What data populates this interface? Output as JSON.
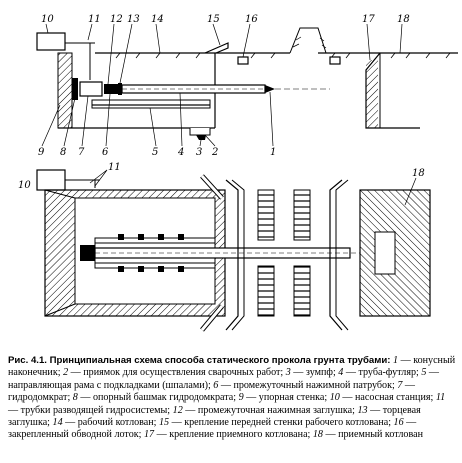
{
  "figure": {
    "caption_title": "Рис. 4.1. Принципиальная схема способа статического прокола грунта трубами:",
    "legend": [
      {
        "num": "1",
        "text": "конусный наконечник;"
      },
      {
        "num": "2",
        "text": "приямок для осуществления сварочных работ;"
      },
      {
        "num": "3",
        "text": "зумпф;"
      },
      {
        "num": "4",
        "text": "труба-футляр;"
      },
      {
        "num": "5",
        "text": "направляющая рама с подкладками (шпалами);"
      },
      {
        "num": "6",
        "text": "промежуточный нажимной патрубок;"
      },
      {
        "num": "7",
        "text": "гидродомкрат;"
      },
      {
        "num": "8",
        "text": "опорный башмак гидродомкрата;"
      },
      {
        "num": "9",
        "text": "упорная стенка;"
      },
      {
        "num": "10",
        "text": "насосная станция;"
      },
      {
        "num": "11",
        "text": "трубки разводящей гидросистемы;"
      },
      {
        "num": "12",
        "text": "промежуточная нажимная заглушка;"
      },
      {
        "num": "13",
        "text": "торцевая заглушка;"
      },
      {
        "num": "14",
        "text": "рабочий котлован;"
      },
      {
        "num": "15",
        "text": "крепление передней стенки рабочего котлована;"
      },
      {
        "num": "16",
        "text": "закрепленный обводной лоток;"
      },
      {
        "num": "17",
        "text": "крепление приемного котлована;"
      },
      {
        "num": "18",
        "text": "приемный котлован"
      }
    ],
    "section_labels": {
      "n10": "10",
      "n11": "11",
      "n12": "12",
      "n13": "13",
      "n14": "14",
      "n15": "15",
      "n16": "16",
      "n17": "17",
      "n18": "18",
      "n9": "9",
      "n8": "8",
      "n7": "7",
      "n6": "6",
      "n5": "5",
      "n4": "4",
      "n3": "3",
      "n2": "2",
      "n1": "1"
    },
    "plan_labels": {
      "n10": "10",
      "n11": "11",
      "n18": "18"
    }
  }
}
